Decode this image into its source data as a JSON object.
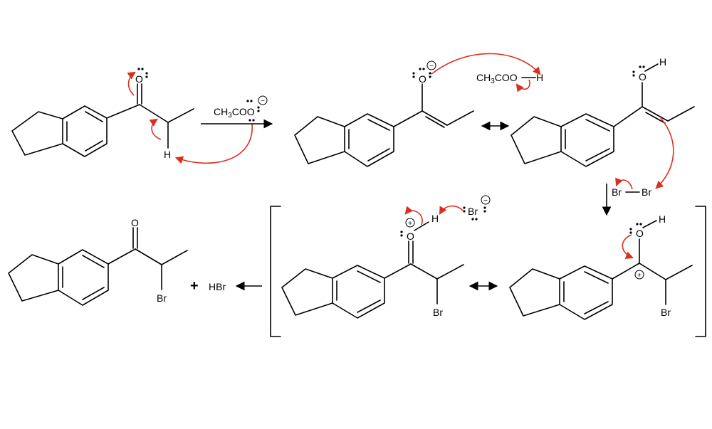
{
  "labels": {
    "O": "O",
    "H": "H",
    "Br": "Br",
    "hbr": "HBr",
    "plus": "+",
    "base_pre": "CH",
    "base_sub": "3",
    "base_post": "COO",
    "acid_post": "COO",
    "charge_minus": "−",
    "charge_plus": "+"
  },
  "colors": {
    "bond": "#000000",
    "curved_arrow": "#d9301f",
    "background": "#ffffff"
  }
}
